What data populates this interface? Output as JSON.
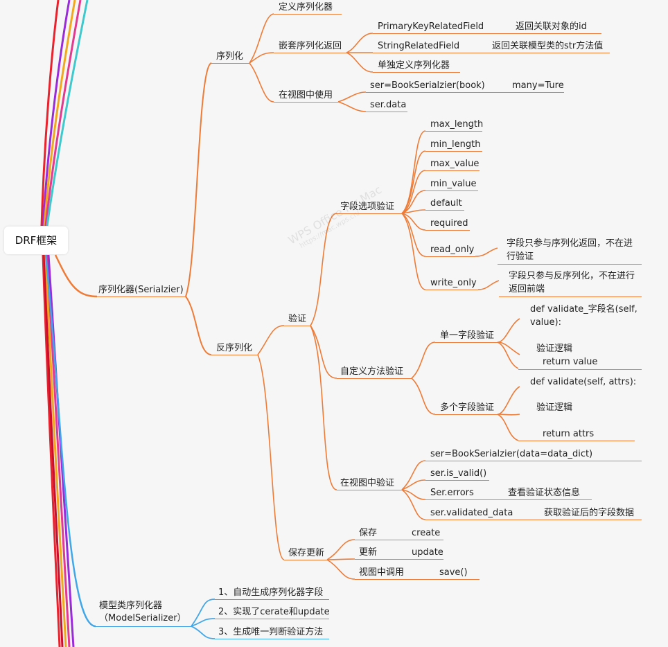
{
  "root": "DRF框架",
  "watermark": {
    "line1": "WPS Office for Mac",
    "line2": "https://mac.wps.cn/"
  },
  "colors": {
    "orange": "#ee7b36",
    "blue": "#42a7e8"
  },
  "serializer": {
    "label": "序列化器(Serialzier)",
    "serialize": {
      "label": "序列化",
      "define": "定义序列化器",
      "nested": {
        "label": "嵌套序列化返回",
        "pk": "PrimaryKeyRelatedField",
        "pk_desc": "返回关联对象的id",
        "str": "StringRelatedField",
        "str_desc": "返回关联模型类的str方法值",
        "single": "单独定义序列化器"
      },
      "view": {
        "label": "在视图中使用",
        "ser": "ser=BookSerialzier(book)",
        "many": "many=Ture",
        "data": "ser.data"
      }
    },
    "deserialize": {
      "label": "反序列化",
      "validate": {
        "label": "验证",
        "fields": {
          "label": "字段选项验证",
          "max_length": "max_length",
          "min_length": "min_length",
          "max_value": "max_value",
          "min_value": "min_value",
          "default": "default",
          "required": "required",
          "read_only": "read_only",
          "read_only_desc1": "字段只参与序列化返回，不在进",
          "read_only_desc2": "行验证",
          "write_only": "write_only",
          "write_only_desc1": "字段只参与反序列化，不在进行",
          "write_only_desc2": "返回前端"
        },
        "custom": {
          "label": "自定义方法验证",
          "single": "单一字段验证",
          "single_def1": "def validate_字段名(self,",
          "single_def2": "value):",
          "single_logic": "验证逻辑",
          "single_return": "return value",
          "multi": "多个字段验证",
          "multi_def": "def validate(self, attrs):",
          "multi_logic": "验证逻辑",
          "multi_return": "return attrs"
        },
        "view": {
          "label": "在视图中验证",
          "ser": "ser=BookSerialzier(data=data_dict)",
          "is_valid": "ser.is_valid()",
          "errors": "Ser.errors",
          "errors_desc": "查看验证状态信息",
          "validated": "ser.validated_data",
          "validated_desc": "获取验证后的字段数据"
        }
      },
      "save": {
        "label": "保存更新",
        "save": "保存",
        "create": "create",
        "update_label": "更新",
        "update": "update",
        "view_call": "视图中调用",
        "save_call": "save()"
      }
    }
  },
  "model_serializer": {
    "label1": "模型类序列化器",
    "label2": "（ModelSerializer）",
    "item1": "1、自动生成序列化器字段",
    "item2": "2、实现了cerate和update",
    "item3": "3、生成唯一判断验证方法"
  }
}
